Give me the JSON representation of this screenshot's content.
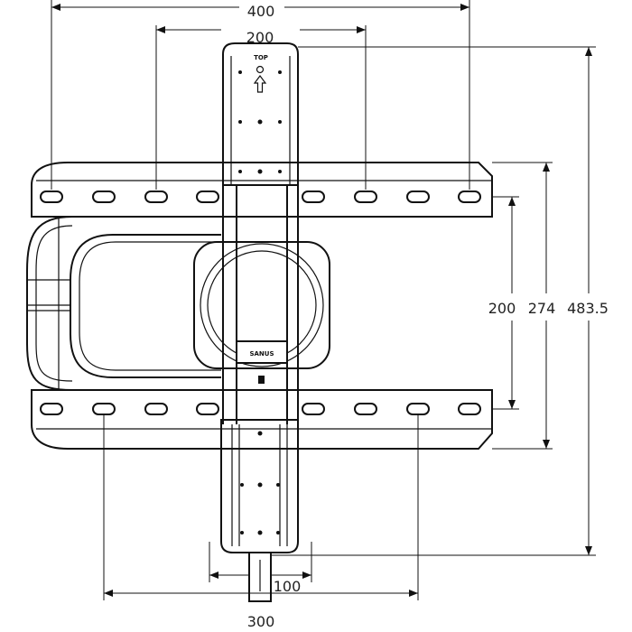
{
  "title": "Wall mount dimension drawing",
  "labels": {
    "top": "TOP",
    "brand": "SANUS"
  },
  "dimensions": {
    "width_outer": "400",
    "width_top": "200",
    "height_inner": "200",
    "height_arm": "274",
    "height_total": "483.5",
    "stem_width": "100",
    "width_bottom": "300"
  },
  "colors": {
    "line": "#111111",
    "background": "#ffffff"
  }
}
